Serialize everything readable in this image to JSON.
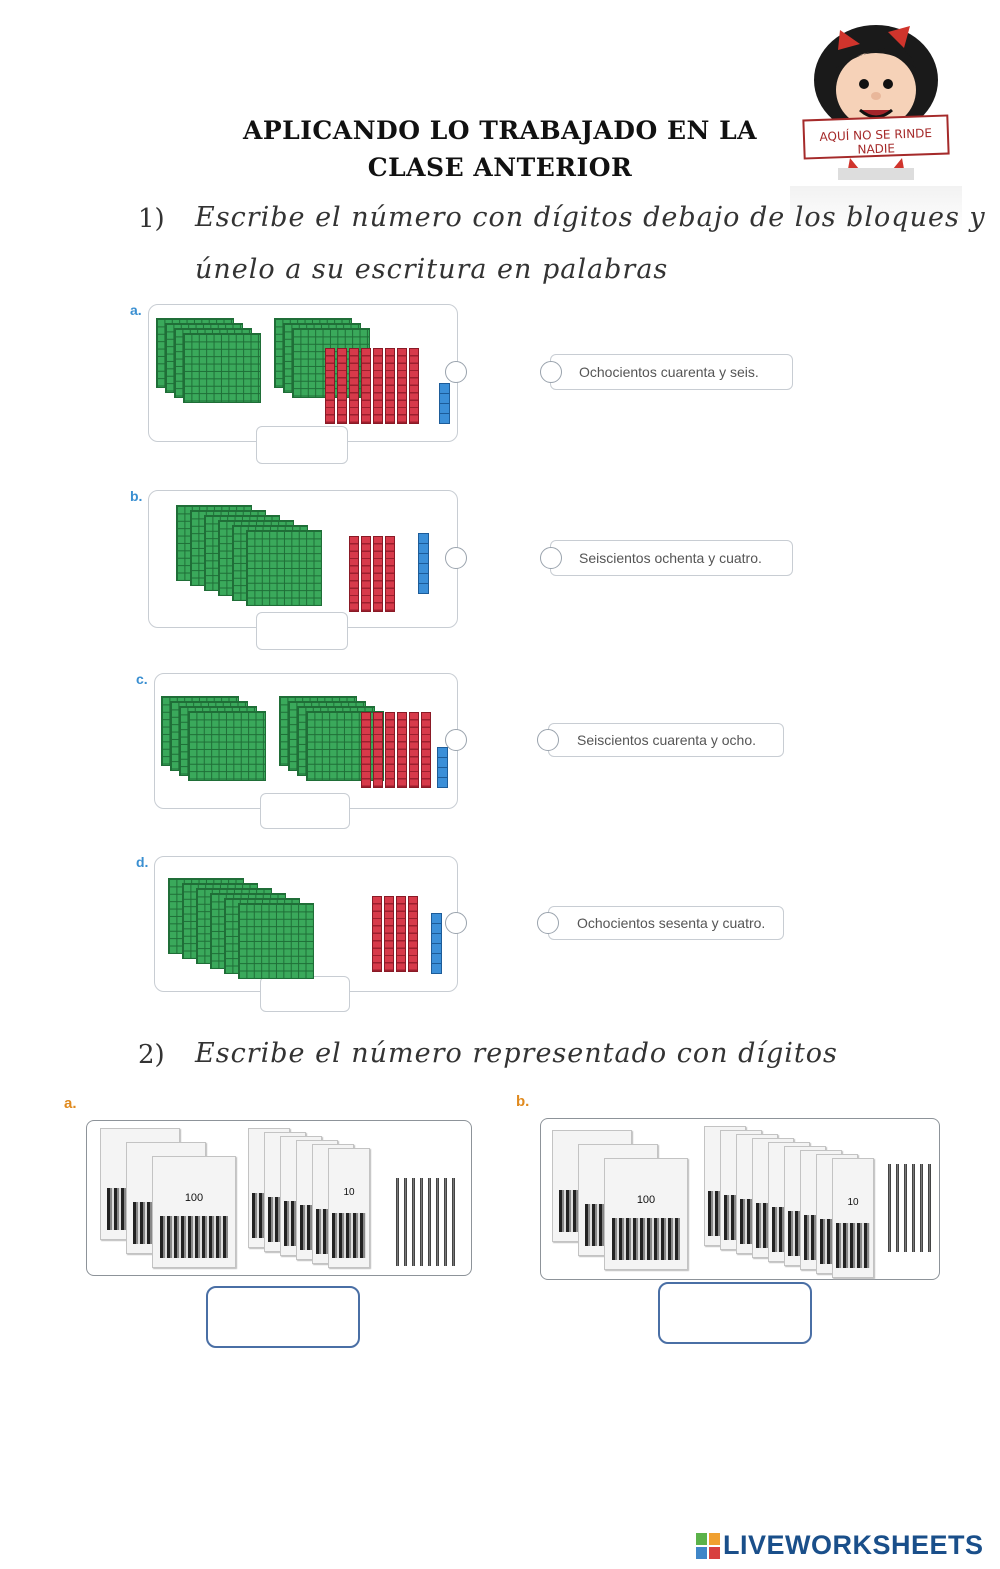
{
  "title": {
    "line1": "APLICANDO LO TRABAJADO EN LA",
    "line2": "CLASE ANTERIOR"
  },
  "mascot": {
    "banner_text": "AQUÍ NO SE RINDE NADIE"
  },
  "exercise1": {
    "number": "1)",
    "instruction_line1": "Escribe el número con dígitos debajo de los bloques y",
    "instruction_line2": "únelo a su escritura en palabras",
    "items": [
      {
        "letter": "a.",
        "answer": "",
        "flats": 7,
        "rods": 8,
        "units": 4
      },
      {
        "letter": "b.",
        "answer": "",
        "flats": 6,
        "rods": 4,
        "units": 6
      },
      {
        "letter": "c.",
        "answer": "",
        "flats": 8,
        "rods": 6,
        "units": 4
      },
      {
        "letter": "d.",
        "answer": "",
        "flats": 6,
        "rods": 4,
        "units": 6
      }
    ],
    "options": [
      "Ochocientos cuarenta y seis.",
      "Seiscientos ochenta y cuatro.",
      "Seiscientos cuarenta y ocho.",
      "Ochocientos sesenta y cuatro."
    ]
  },
  "exercise2": {
    "number": "2)",
    "instruction": "Escribe el número representado con dígitos",
    "items": [
      {
        "letter": "a.",
        "answer": "",
        "hundreds": 3,
        "tens": 6,
        "units": 8
      },
      {
        "letter": "b.",
        "answer": "",
        "hundreds": 3,
        "tens": 9,
        "units": 6
      }
    ],
    "hundred_label": "100",
    "ten_label": "10"
  },
  "footer": {
    "brand": "LIVEWORKSHEETS"
  }
}
